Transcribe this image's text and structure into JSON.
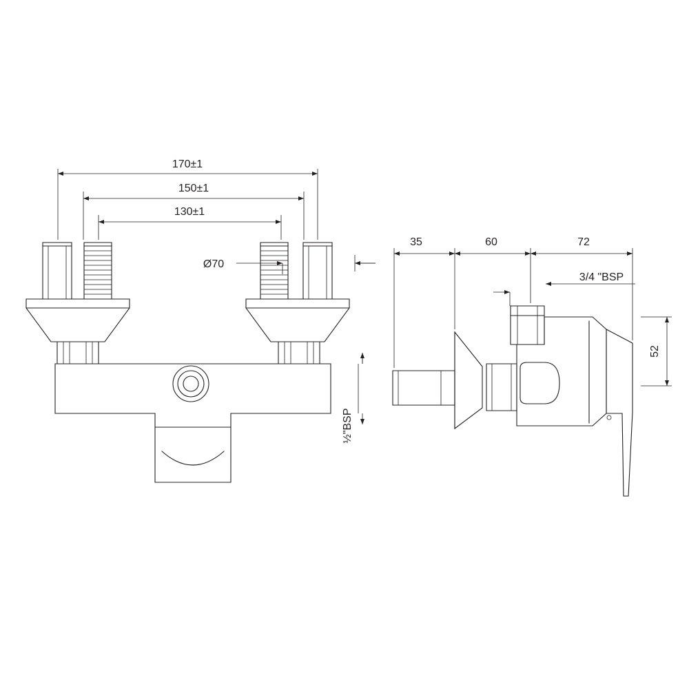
{
  "drawing": {
    "title": "Wall-mounted mixer tap technical dimension drawing",
    "line_color": "#231f20",
    "background": "#ffffff",
    "views": [
      {
        "name": "front-view",
        "position": "left"
      },
      {
        "name": "side-view",
        "position": "right"
      }
    ]
  },
  "dimensions": {
    "front": {
      "d170": "170±1",
      "d150": "150±1",
      "d130": "130±1",
      "diameter70": "Ø70",
      "thread_half": "½\"BSP"
    },
    "side": {
      "d35": "35",
      "d60": "60",
      "d72": "72",
      "d52": "52",
      "thread_three_quarter": "3/4 \"BSP"
    }
  }
}
